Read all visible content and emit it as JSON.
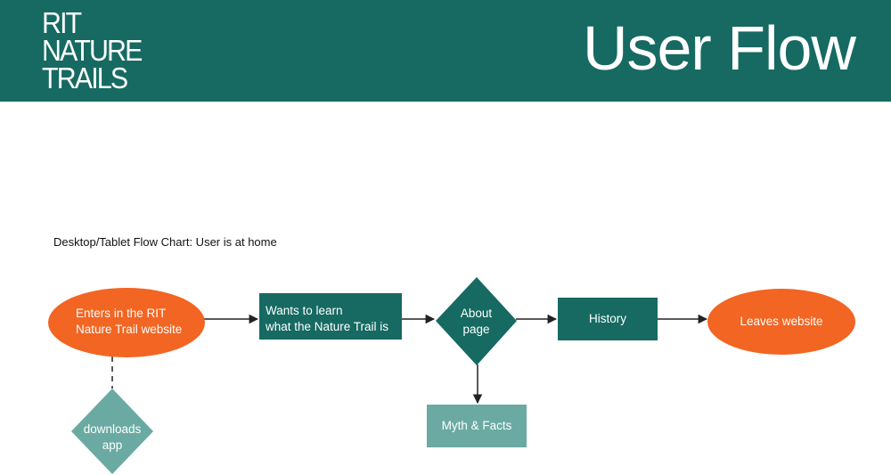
{
  "header": {
    "logo_lines": [
      "RIT",
      "NATURE",
      "TRAILS"
    ],
    "title": "User Flow"
  },
  "diagram": {
    "subtitle": "Desktop/Tablet Flow Chart: User is at home",
    "nodes": {
      "enters": {
        "line1": "Enters in the RIT",
        "line2": "Nature Trail website"
      },
      "wants": {
        "line1": "Wants to learn",
        "line2": "what the Nature Trail is"
      },
      "about": {
        "line1": "About",
        "line2": "page"
      },
      "history": {
        "label": "History"
      },
      "leaves": {
        "label": "Leaves website"
      },
      "myth": {
        "label": "Myth & Facts"
      },
      "downloads": {
        "line1": "downloads",
        "line2": "app"
      }
    }
  },
  "colors": {
    "header": "#166a62",
    "teal_dark": "#166a62",
    "teal_light": "#6aaaa2",
    "orange": "#f26522",
    "connector": "#222222"
  }
}
